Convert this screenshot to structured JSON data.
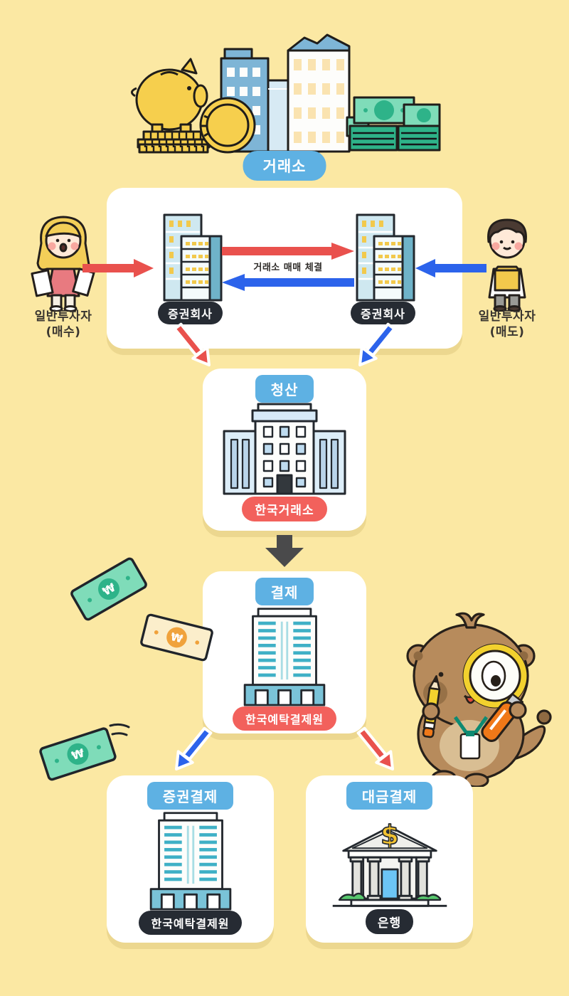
{
  "symbols": {
    "won": "₩",
    "dollar": "$"
  },
  "colors": {
    "background": "#FBE8A3",
    "pill_blue": "#5EB1E3",
    "pill_red": "#F2615C",
    "pill_black": "#262B33",
    "arrow_red": "#E9514D",
    "arrow_blue": "#2C63EB",
    "arrow_gray": "#4A4A4B",
    "card_shadow": "#ECD78F"
  },
  "hero": {
    "exchange_label": "거래소"
  },
  "trade_box": {
    "buyer": {
      "name": "일반투자자",
      "role": "(매수)"
    },
    "seller": {
      "name": "일반투자자",
      "role": "(매도)"
    },
    "buyer_broker_label": "증권회사",
    "seller_broker_label": "증권회사",
    "flow_label": "거래소 매매 체결"
  },
  "clearing_card": {
    "title": "청산",
    "org_label": "한국거래소"
  },
  "settlement_card": {
    "title": "결제",
    "org_label": "한국예탁결제원"
  },
  "securities_settlement_card": {
    "title": "증권결제",
    "org_label": "한국예탁결제원"
  },
  "cash_settlement_card": {
    "title": "대금결제",
    "org_label": "은행"
  }
}
